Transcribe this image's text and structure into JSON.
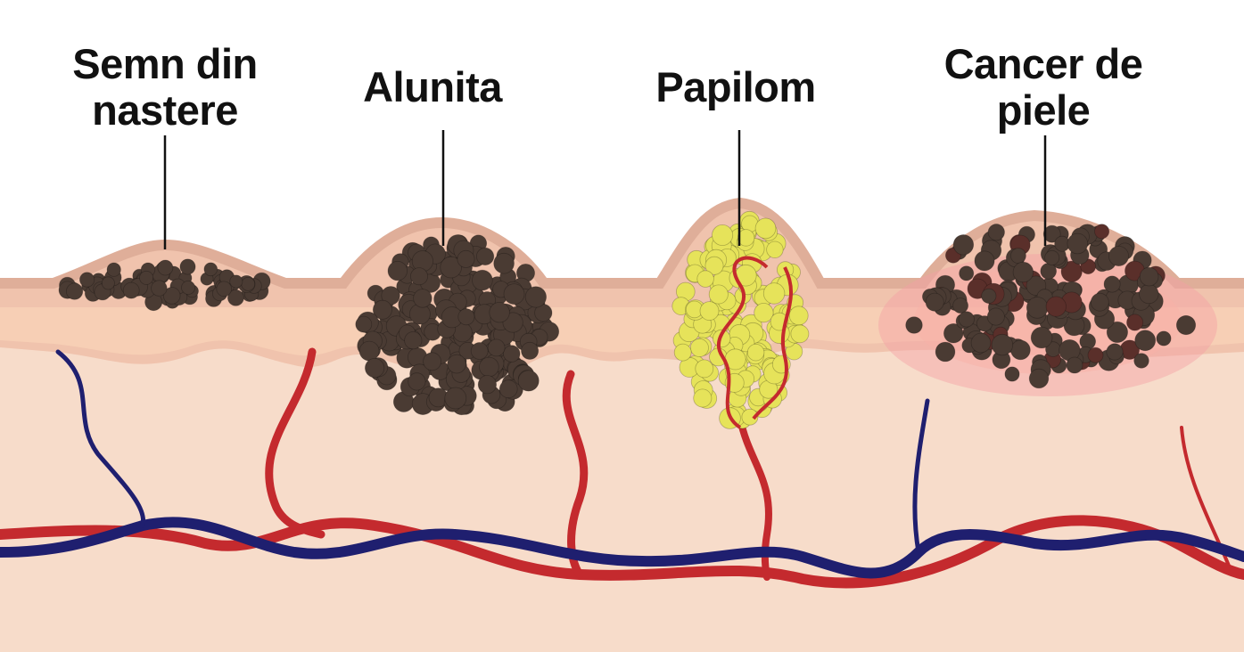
{
  "labels": {
    "birthmark": {
      "line1": "Semn din",
      "line2": "nastere"
    },
    "mole": {
      "line1": "Alunita"
    },
    "papilloma": {
      "line1": "Papilom"
    },
    "cancer": {
      "line1": "Cancer de",
      "line2": "piele"
    }
  },
  "colors": {
    "background": "#ffffff",
    "epidermis": "#f0c3ad",
    "skin_surface": "#dfae99",
    "dermis": "#f7dcca",
    "inner_layer": "#f9d2b7",
    "melanocyte": "#4a3b33",
    "papilloma_cell": "#e6e35a",
    "artery": "#c42a2e",
    "vein": "#1f1f6f",
    "inflammation": "#f5a0a3",
    "label_text": "#111111",
    "pointer_line": "#111111"
  }
}
